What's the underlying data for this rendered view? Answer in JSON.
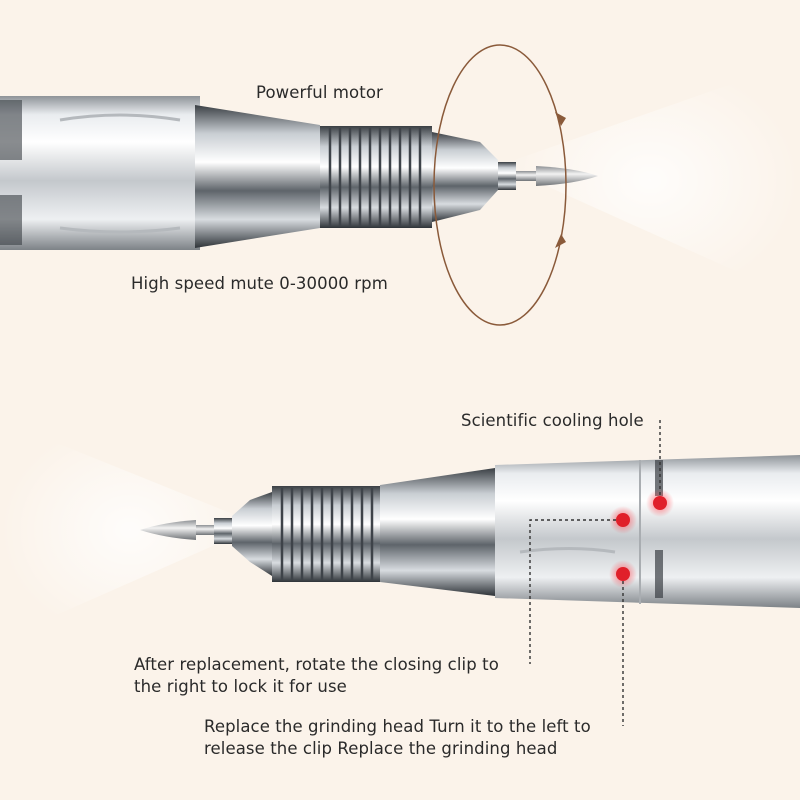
{
  "annotations": {
    "motor": "Powerful motor",
    "speed": "High speed mute 0-30000 rpm",
    "cooling": "Scientific cooling hole",
    "after_replacement": {
      "line1": "After replacement, rotate the closing clip to",
      "line2": "the right to lock it for use"
    },
    "replace_head": {
      "line1": "Replace the grinding head Turn it to the left to",
      "line2": "release the clip Replace the grinding head"
    }
  },
  "colors": {
    "background": "#fbf3ea",
    "rotation_arrow": "#8a5a3a",
    "marker_dot": "#e0202a",
    "leader_line": "#333333"
  }
}
